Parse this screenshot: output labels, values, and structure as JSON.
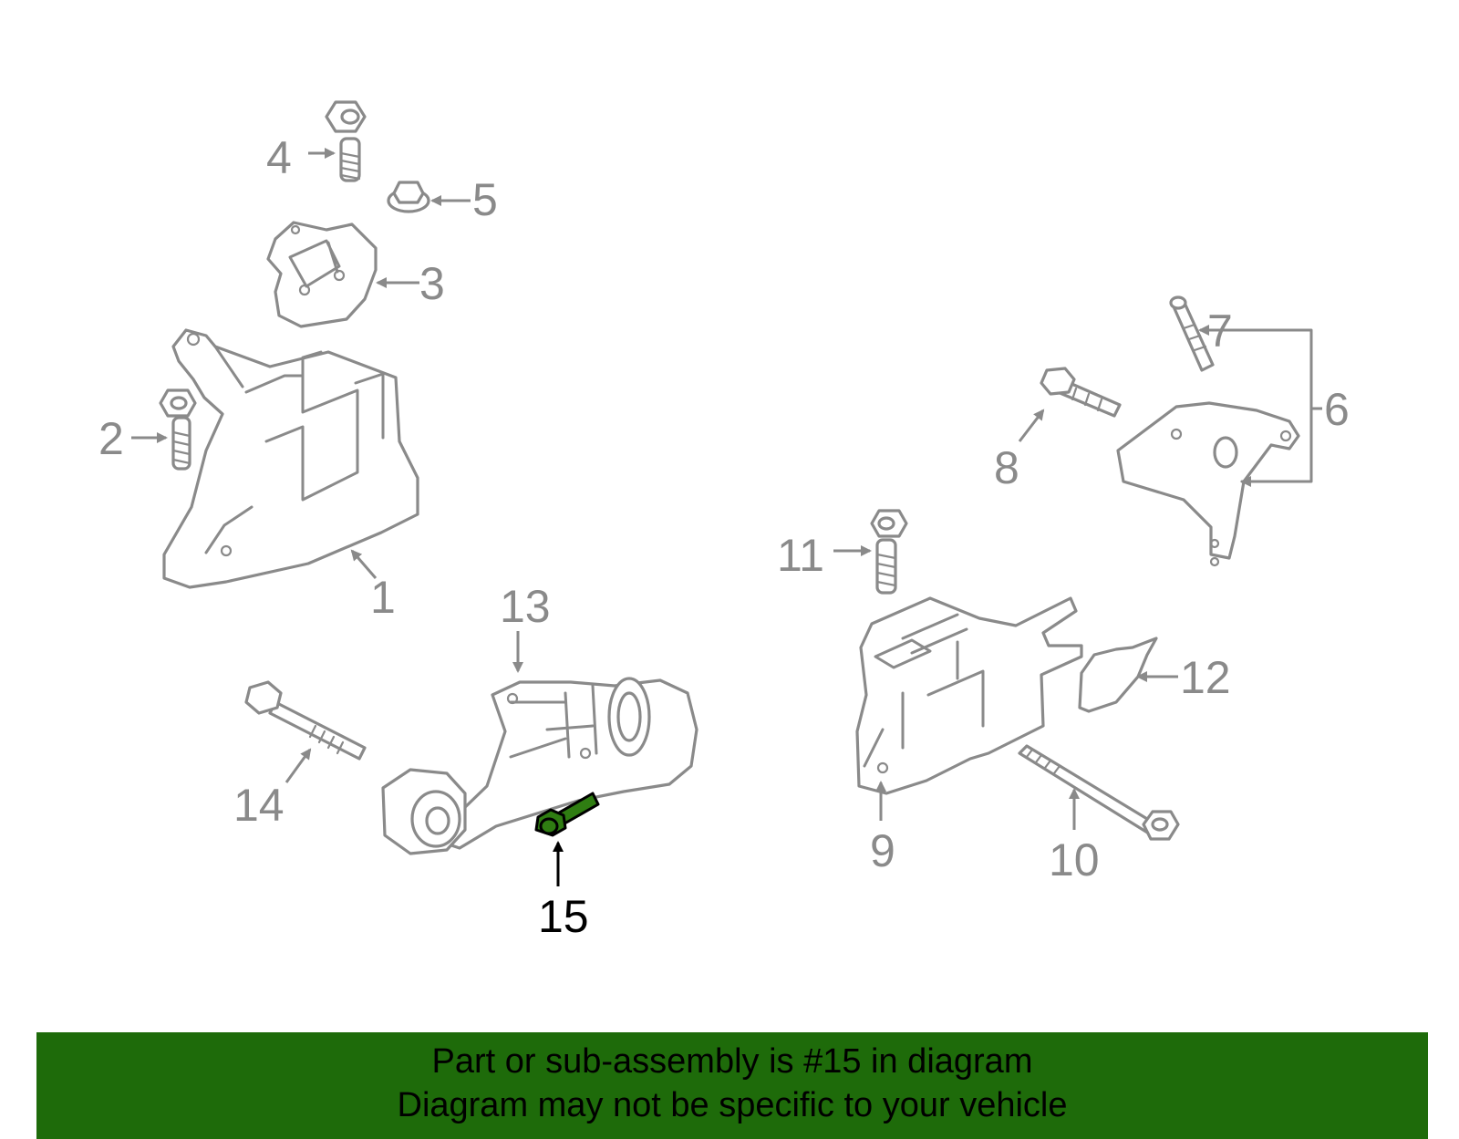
{
  "callouts": {
    "c1": "1",
    "c2": "2",
    "c3": "3",
    "c4": "4",
    "c5": "5",
    "c6": "6",
    "c7": "7",
    "c8": "8",
    "c9": "9",
    "c10": "10",
    "c11": "11",
    "c12": "12",
    "c13": "13",
    "c14": "14",
    "c15": "15"
  },
  "highlight": {
    "part_number": "15",
    "color": "#2f7d12"
  },
  "banner": {
    "line1": "Part or sub-assembly is #15 in diagram",
    "line2": "Diagram may not be specific to your vehicle",
    "color": "#1e6b0a"
  }
}
